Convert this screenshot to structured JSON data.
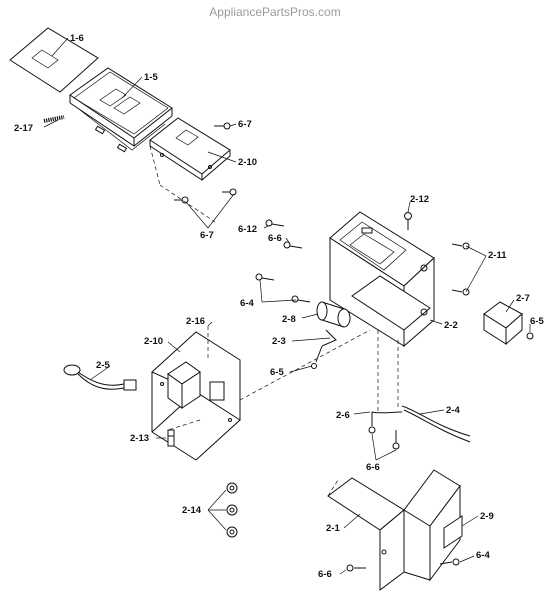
{
  "watermark": "AppliancePartsPros.com",
  "callouts": {
    "c1": "1-6",
    "c2": "1-5",
    "c3": "2-17",
    "c4": "6-7",
    "c5": "2-10",
    "c6": "6-7",
    "c7": "2-12",
    "c8": "6-12",
    "c9": "6-6",
    "c10": "2-11",
    "c11": "2-7",
    "c12": "6-5",
    "c13": "6-4",
    "c14": "2-8",
    "c15": "2-2",
    "c16": "2-16",
    "c17": "2-10",
    "c18": "2-3",
    "c19": "2-5",
    "c20": "6-5",
    "c21": "2-6",
    "c22": "2-4",
    "c23": "6-6",
    "c24": "2-13",
    "c25": "2-14",
    "c26": "2-9",
    "c27": "2-1",
    "c28": "6-4",
    "c29": "6-6"
  }
}
